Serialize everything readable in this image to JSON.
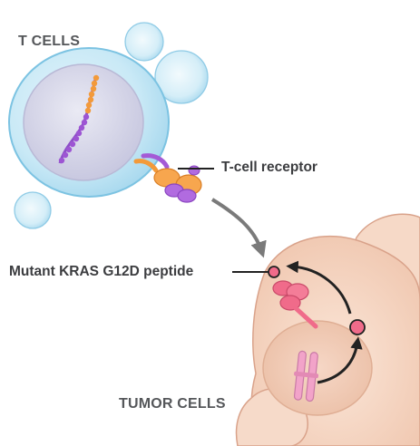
{
  "labels": {
    "t_cells": "T CELLS",
    "t_cell_receptor": "T-cell receptor",
    "mutant_peptide": "Mutant KRAS G12D peptide",
    "tumor_cells": "TUMOR CELLS"
  },
  "colors": {
    "t_cell_fill": "#bfe3f3",
    "t_cell_stroke": "#7cc3e2",
    "nucleus_fill": "#d8d8ea",
    "tumor_fill": "#f7dccb",
    "tumor_stroke": "#d9a28a",
    "receptor_orange": "#f39a3a",
    "receptor_purple": "#a45bd6",
    "mhc_pink": "#f06b8a",
    "peptide_dot": "#f06b8a",
    "chromosome_pink": "#f2a3c9",
    "arrow_gray": "#7a7a7a",
    "arrow_black": "#222222"
  }
}
